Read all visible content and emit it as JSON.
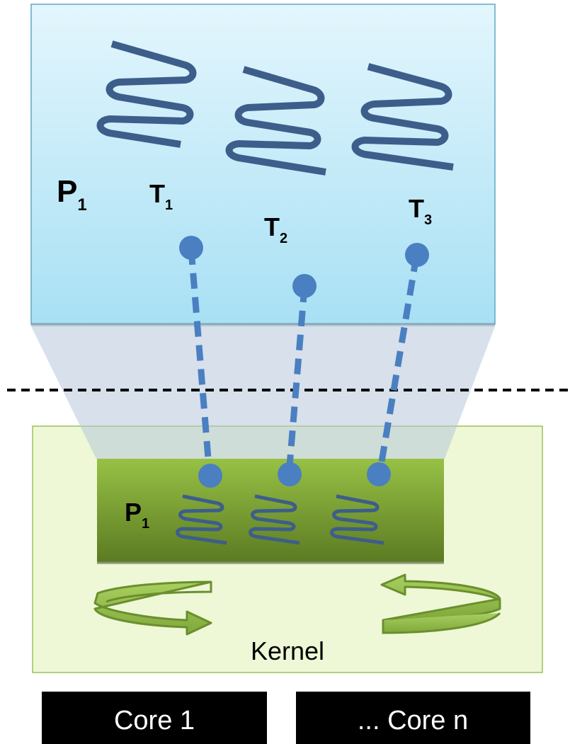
{
  "user_process": {
    "label": "P",
    "sub": "1"
  },
  "threads": [
    {
      "label": "T",
      "sub": "1"
    },
    {
      "label": "T",
      "sub": "2"
    },
    {
      "label": "T",
      "sub": "3"
    }
  ],
  "kernel_process": {
    "label": "P",
    "sub": "1"
  },
  "kernel": {
    "label": "Kernel"
  },
  "cores": [
    {
      "label": "Core 1"
    },
    {
      "label": "... Core n"
    }
  ]
}
